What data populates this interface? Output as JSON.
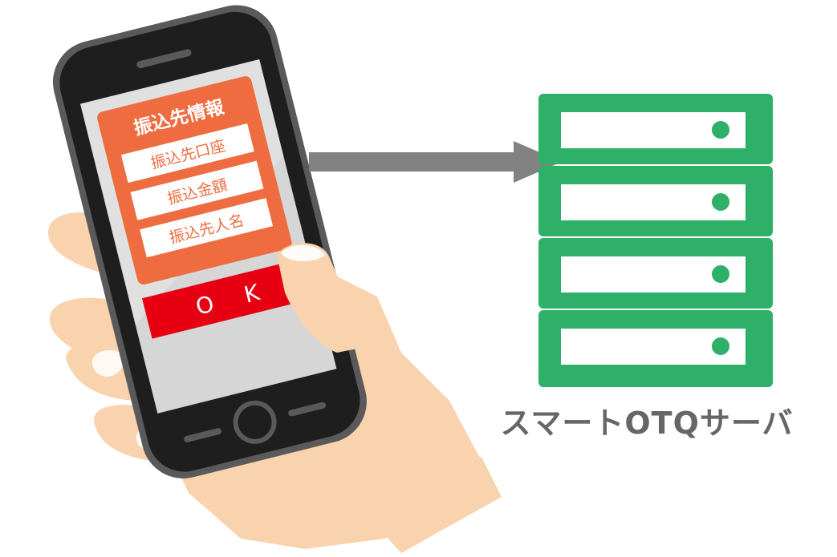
{
  "phone_screen": {
    "card_title": "振込先情報",
    "fields": [
      "振込先口座",
      "振込金額",
      "振込先人名"
    ],
    "ok_label": "O　K"
  },
  "server": {
    "label": "スマートOTQサーバ",
    "slot_count": 4
  },
  "colors": {
    "card": "#ee6c40",
    "ok_button": "#e60012",
    "server": "#2eb068",
    "server_dark": "#22935a",
    "server_caption": "#666666",
    "arrow": "#828282",
    "phone_body": "#1e1e1e",
    "phone_rim": "#5a5a5a",
    "screen": "#d6d6d6",
    "skin": "#f8d3ae",
    "skin_shadow": "#eab78f"
  },
  "icons": {
    "phone": "smartphone-icon",
    "hand": "hand-icon",
    "server": "server-rack-icon",
    "arrow": "arrow-right-icon"
  }
}
